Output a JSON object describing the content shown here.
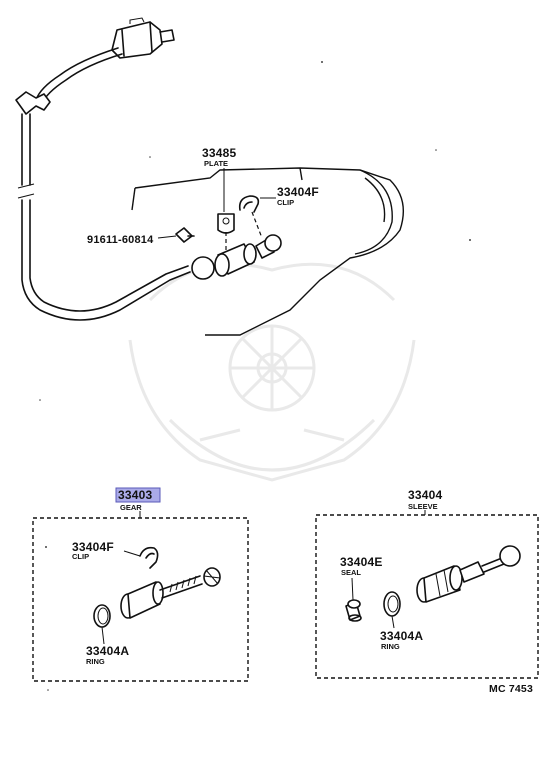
{
  "callouts": {
    "plate_num": "33485",
    "plate_name": "PLATE",
    "clip_top_num": "33404F",
    "clip_top_name": "CLIP",
    "bolt_num": "91611-60814",
    "gear_num": "33403",
    "gear_name": "GEAR",
    "sleeve_num": "33404",
    "sleeve_name": "SLEEVE",
    "clip_box_num": "33404F",
    "clip_box_name": "CLIP",
    "ring_left_num": "33404A",
    "ring_left_name": "RING",
    "seal_num": "33404E",
    "seal_name": "SEAL",
    "ring_right_num": "33404A",
    "ring_right_name": "RING"
  },
  "diagram_code": "MC 7453",
  "colors": {
    "highlight_fill": "#aaaae8",
    "highlight_border": "#5a5ab8",
    "line": "#111111",
    "watermark": "#e9e9e9"
  }
}
